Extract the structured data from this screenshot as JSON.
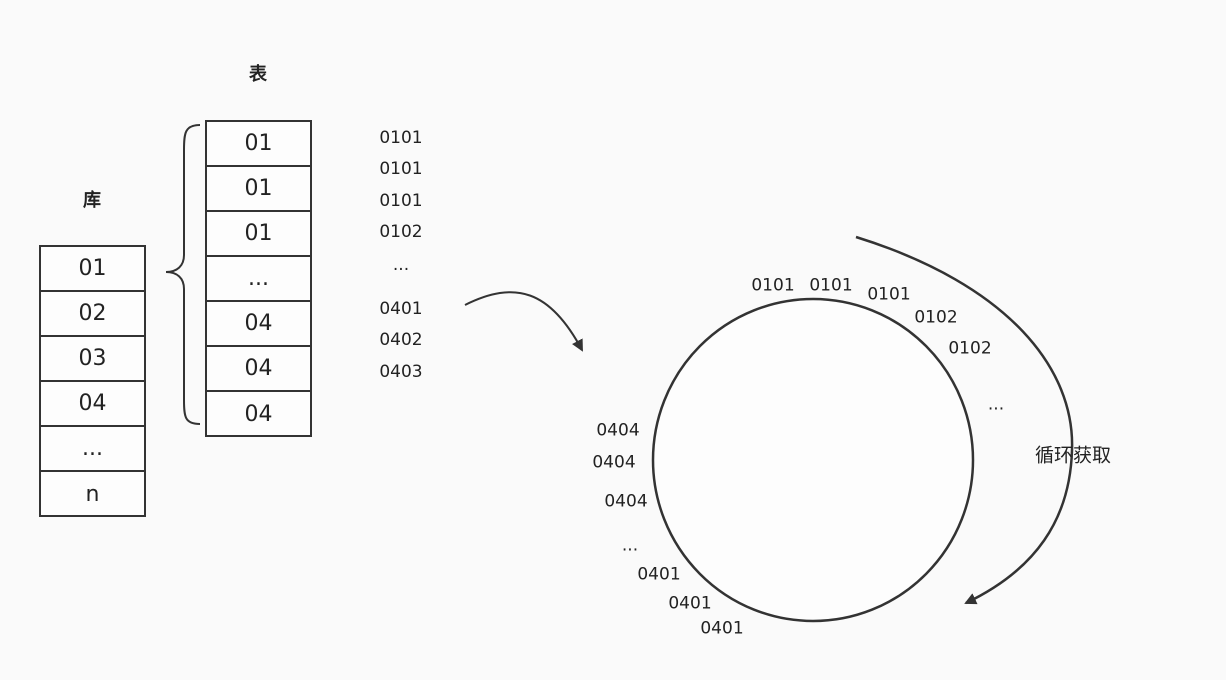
{
  "db_heading": "库",
  "table_heading": "表",
  "db_cells": [
    "01",
    "02",
    "03",
    "04",
    "...",
    "n"
  ],
  "table_cells": [
    "01",
    "01",
    "01",
    "...",
    "04",
    "04",
    "04"
  ],
  "sequence": [
    "0101",
    "0101",
    "0101",
    "0102",
    "...",
    "0401",
    "0402",
    "0403"
  ],
  "ring_labels": [
    "0101",
    "0101",
    "0101",
    "0102",
    "0102",
    "...",
    "0404",
    "0404",
    "0404",
    "...",
    "0401",
    "0401",
    "0401"
  ],
  "cycle_label": "循环获取"
}
